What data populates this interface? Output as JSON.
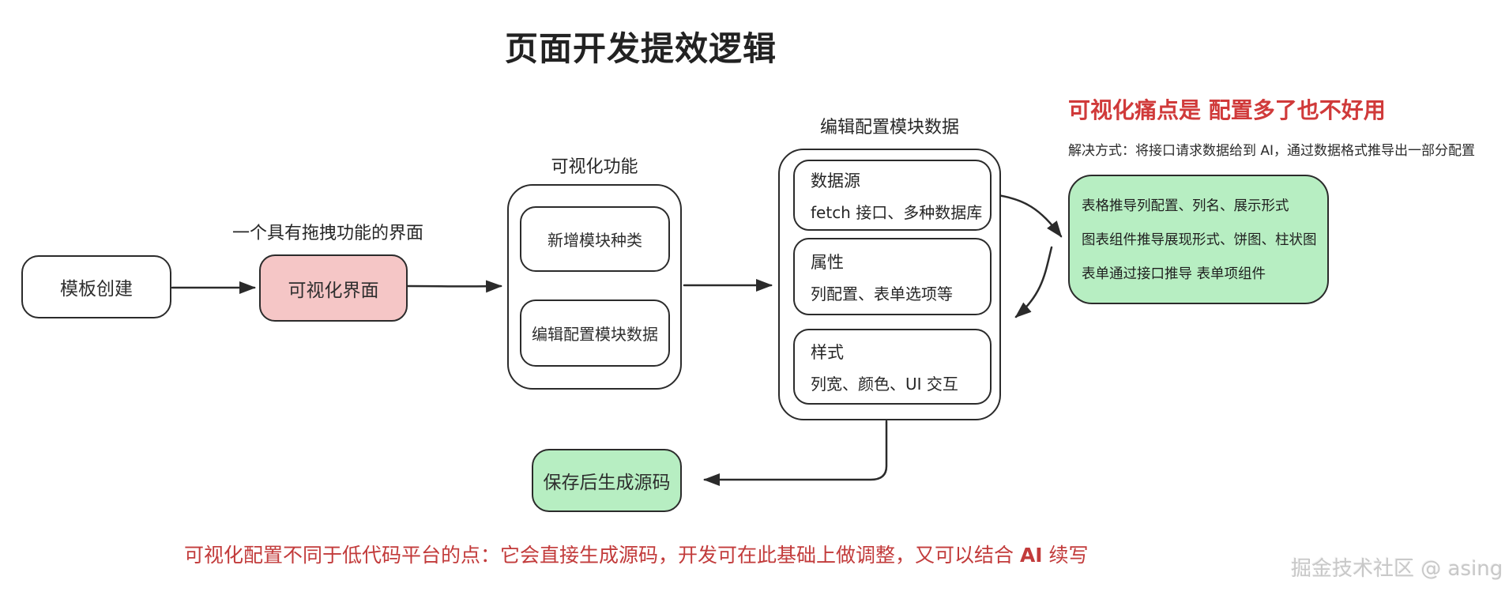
{
  "title": "页面开发提效逻辑",
  "nodes": {
    "template_create": {
      "label": "模板创建"
    },
    "visual_ui": {
      "label": "可视化界面",
      "caption": "一个具有拖拽功能的界面"
    },
    "visual_features": {
      "label": "可视化功能",
      "children": [
        "新增模块种类",
        "编辑配置模块数据"
      ]
    },
    "edit_config": {
      "label": "编辑配置模块数据",
      "children": [
        {
          "title": "数据源",
          "desc": "fetch 接口、多种数据库"
        },
        {
          "title": "属性",
          "desc": "列配置、表单选项等"
        },
        {
          "title": "样式",
          "desc": "列宽、颜色、UI 交互"
        }
      ]
    },
    "save_generate": {
      "label": "保存后生成源码"
    },
    "ai_inference": {
      "lines": [
        "表格推导列配置、列名、展示形式",
        "图表组件推导展现形式、饼图、柱状图",
        "表单通过接口推导 表单项组件"
      ]
    }
  },
  "annotations": {
    "pain_point": "可视化痛点是 配置多了也不好用",
    "solution": "解决方式：将接口请求数据给到 AI，通过数据格式推导出一部分配置",
    "footer_before": "可视化配置不同于低代码平台的点：它会直接生成源码，开发可在此基础上做调整，又可以结合 ",
    "footer_bold": "AI",
    "footer_after": " 续写",
    "watermark": "掘金技术社区 @ asing"
  },
  "colors": {
    "stroke": "#2b2b2b",
    "pink": "#f5c6c6",
    "green": "#b7eec2",
    "red": "#d03a3a",
    "red2": "#c23b3b",
    "gray": "#c8c8c8"
  }
}
